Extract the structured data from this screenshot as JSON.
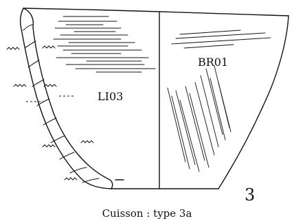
{
  "diagram": {
    "left_label": "LI03",
    "right_label": "BR01",
    "panel_number": "3",
    "caption": "Cuisson : type 3a"
  },
  "colors": {
    "ink": "#111111",
    "background": "#ffffff"
  }
}
